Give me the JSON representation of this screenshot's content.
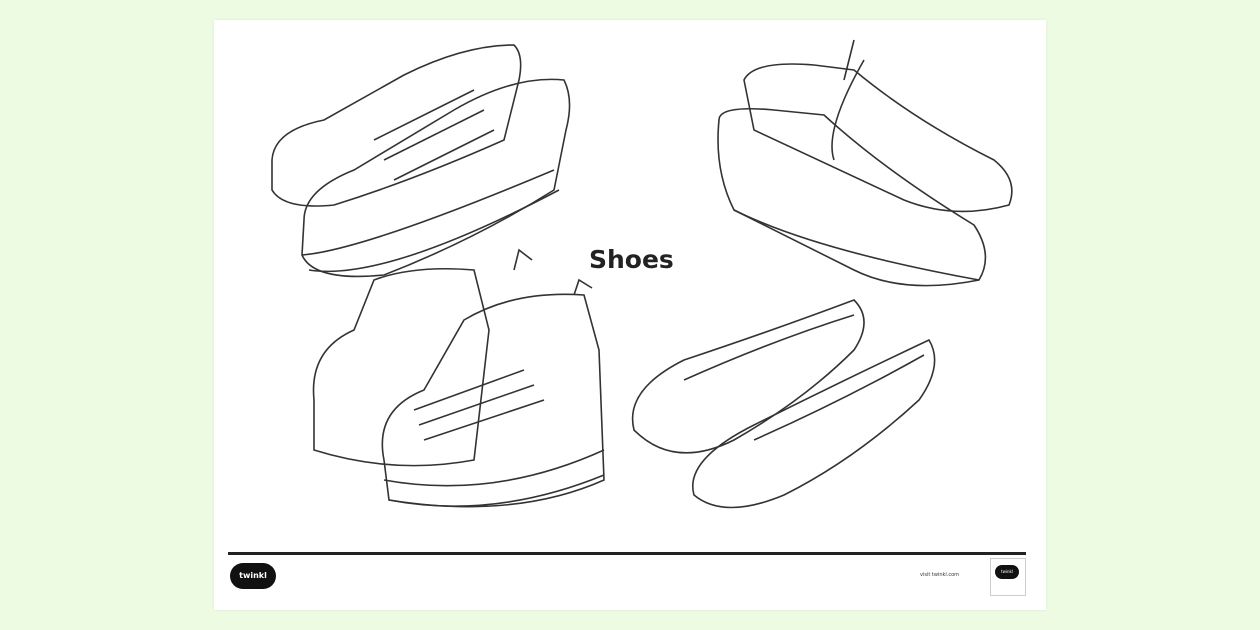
{
  "page": {
    "title": "Shoes"
  },
  "footer": {
    "logo": "twinkl",
    "visit_text": "visit twinkl.com",
    "badge_logo": "twinkl"
  },
  "illustrations": [
    "sneakers",
    "brogues",
    "platform-boots",
    "ballet-flats"
  ]
}
